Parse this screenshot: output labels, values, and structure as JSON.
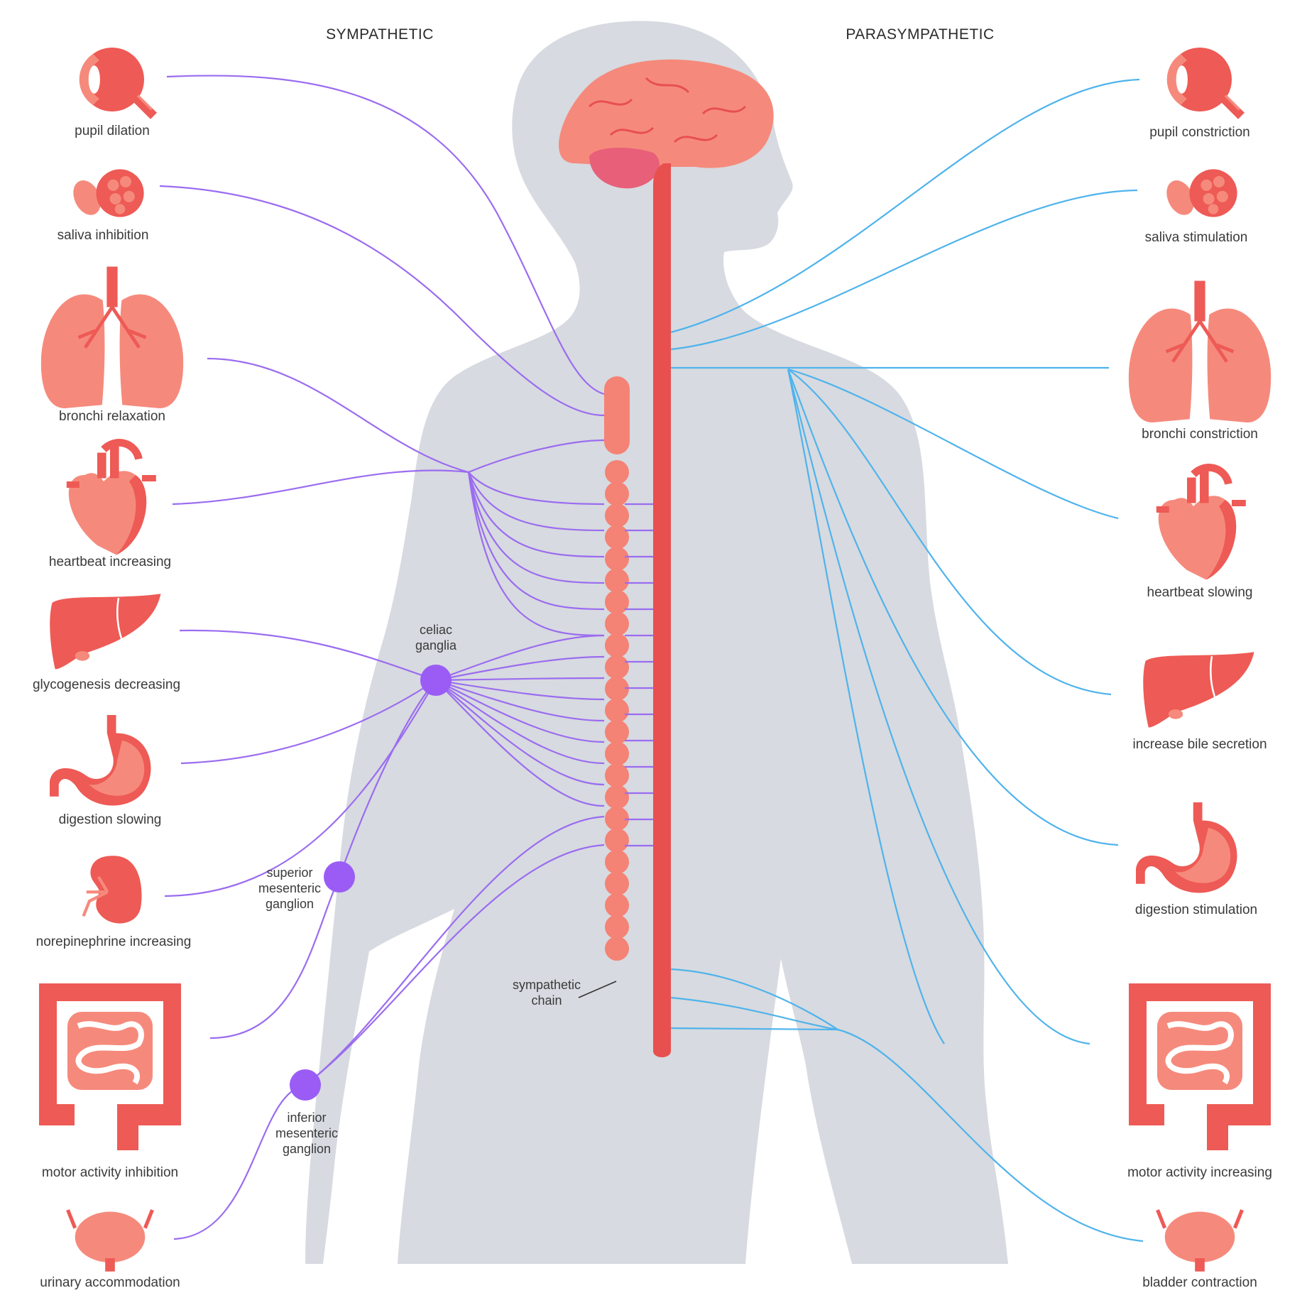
{
  "headers": {
    "left": "SYMPATHETIC",
    "right": "PARASYMPATHETIC"
  },
  "sympathetic": [
    {
      "label": "pupil dilation",
      "icon": "eye-icon"
    },
    {
      "label": "saliva inhibition",
      "icon": "salivary-gland-icon"
    },
    {
      "label": "bronchi relaxation",
      "icon": "lungs-icon"
    },
    {
      "label": "heartbeat increasing",
      "icon": "heart-icon"
    },
    {
      "label": "glycogenesis decreasing",
      "icon": "liver-icon"
    },
    {
      "label": "digestion slowing",
      "icon": "stomach-icon"
    },
    {
      "label": "norepinephrine increasing",
      "icon": "kidney-icon"
    },
    {
      "label": "motor activity inhibition",
      "icon": "intestines-icon"
    },
    {
      "label": "urinary accommodation",
      "icon": "bladder-icon"
    }
  ],
  "parasympathetic": [
    {
      "label": "pupil constriction",
      "icon": "eye-icon"
    },
    {
      "label": "saliva stimulation",
      "icon": "salivary-gland-icon"
    },
    {
      "label": "bronchi constriction",
      "icon": "lungs-icon"
    },
    {
      "label": "heartbeat slowing",
      "icon": "heart-icon"
    },
    {
      "label": "increase bile secretion",
      "icon": "liver-icon"
    },
    {
      "label": "digestion stimulation",
      "icon": "stomach-icon"
    },
    {
      "label": "motor activity increasing",
      "icon": "intestines-icon"
    },
    {
      "label": "bladder contraction",
      "icon": "bladder-icon"
    }
  ],
  "ganglia": {
    "celiac": [
      "celiac",
      "ganglia"
    ],
    "superior": [
      "superior",
      "mesenteric",
      "ganglion"
    ],
    "inferior": [
      "inferior",
      "mesenteric",
      "ganglion"
    ]
  },
  "chain_label": [
    "sympathetic",
    "chain"
  ],
  "colors": {
    "sympathetic_line": "#9b6cf0",
    "parasympathetic_line": "#4fb3ec",
    "organ": "#ee5a55",
    "organ_light": "#f58a7c",
    "spinal_cord": "#e8504f",
    "chain": "#f48275",
    "body": "#d7dae0",
    "ganglion": "#9a5cf5"
  }
}
